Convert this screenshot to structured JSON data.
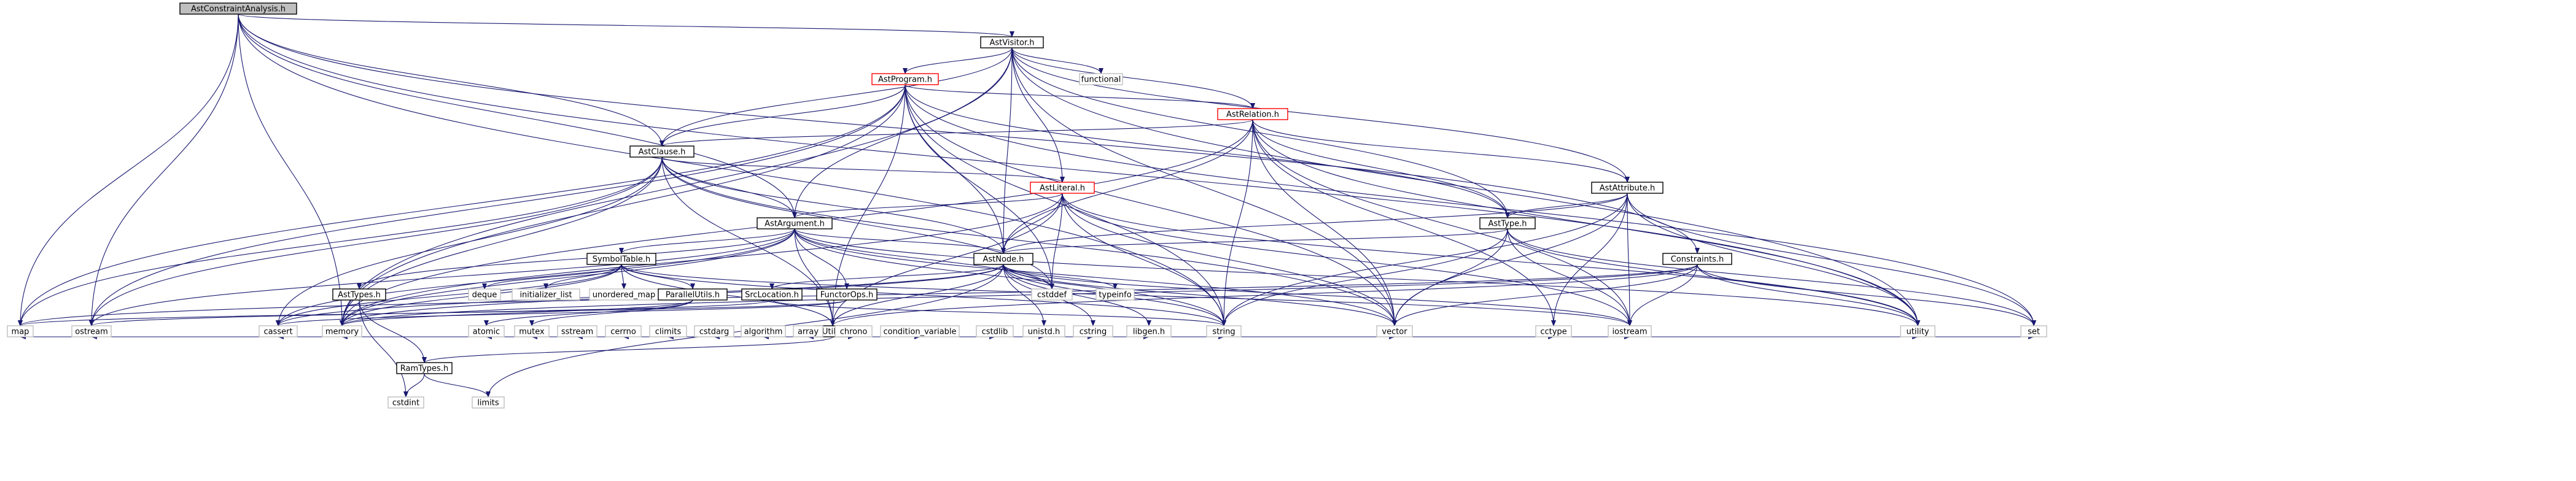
{
  "colors": {
    "edge": "#191970",
    "root_fill": "#bfbfbf",
    "internal_border": "#ff0000",
    "external_border": "#bfbfbf"
  },
  "nodes": [
    {
      "id": "root",
      "label": "AstConstraintAnalysis.h",
      "style": "root"
    },
    {
      "id": "astvisitor",
      "label": "AstVisitor.h",
      "style": "black"
    },
    {
      "id": "functional",
      "label": "functional",
      "style": "gray"
    },
    {
      "id": "astprogram",
      "label": "AstProgram.h",
      "style": "red"
    },
    {
      "id": "astrelation",
      "label": "AstRelation.h",
      "style": "red"
    },
    {
      "id": "astclause",
      "label": "AstClause.h",
      "style": "black"
    },
    {
      "id": "astliteral",
      "label": "AstLiteral.h",
      "style": "red"
    },
    {
      "id": "astattribute",
      "label": "AstAttribute.h",
      "style": "black"
    },
    {
      "id": "astargument",
      "label": "AstArgument.h",
      "style": "black"
    },
    {
      "id": "asttype",
      "label": "AstType.h",
      "style": "black"
    },
    {
      "id": "symboltable",
      "label": "SymbolTable.h",
      "style": "black"
    },
    {
      "id": "astnode",
      "label": "AstNode.h",
      "style": "black"
    },
    {
      "id": "constraints",
      "label": "Constraints.h",
      "style": "black"
    },
    {
      "id": "asttypes",
      "label": "AstTypes.h",
      "style": "black"
    },
    {
      "id": "deque",
      "label": "deque",
      "style": "gray"
    },
    {
      "id": "initializer_list",
      "label": "initializer_list",
      "style": "gray"
    },
    {
      "id": "unordered_map",
      "label": "unordered_map",
      "style": "gray"
    },
    {
      "id": "parallelutils",
      "label": "ParallelUtils.h",
      "style": "black"
    },
    {
      "id": "srclocation",
      "label": "SrcLocation.h",
      "style": "black"
    },
    {
      "id": "functorops",
      "label": "FunctorOps.h",
      "style": "black"
    },
    {
      "id": "cstddef",
      "label": "cstddef",
      "style": "gray"
    },
    {
      "id": "typeinfo",
      "label": "typeinfo",
      "style": "gray"
    },
    {
      "id": "utilh",
      "label": "Util.h",
      "style": "black"
    },
    {
      "id": "map",
      "label": "map",
      "style": "gray"
    },
    {
      "id": "ostream",
      "label": "ostream",
      "style": "gray"
    },
    {
      "id": "cassert",
      "label": "cassert",
      "style": "gray"
    },
    {
      "id": "memory",
      "label": "memory",
      "style": "gray"
    },
    {
      "id": "ramtypes",
      "label": "RamTypes.h",
      "style": "black"
    },
    {
      "id": "atomic",
      "label": "atomic",
      "style": "gray"
    },
    {
      "id": "mutex",
      "label": "mutex",
      "style": "gray"
    },
    {
      "id": "sstream",
      "label": "sstream",
      "style": "gray"
    },
    {
      "id": "cerrno",
      "label": "cerrno",
      "style": "gray"
    },
    {
      "id": "climits",
      "label": "climits",
      "style": "gray"
    },
    {
      "id": "cstdarg",
      "label": "cstdarg",
      "style": "gray"
    },
    {
      "id": "algorithm",
      "label": "algorithm",
      "style": "gray"
    },
    {
      "id": "array",
      "label": "array",
      "style": "gray"
    },
    {
      "id": "chrono",
      "label": "chrono",
      "style": "gray"
    },
    {
      "id": "condition_variable",
      "label": "condition_variable",
      "style": "gray"
    },
    {
      "id": "cstdlib",
      "label": "cstdlib",
      "style": "gray"
    },
    {
      "id": "unistd",
      "label": "unistd.h",
      "style": "gray"
    },
    {
      "id": "cstring",
      "label": "cstring",
      "style": "gray"
    },
    {
      "id": "libgen",
      "label": "libgen.h",
      "style": "gray"
    },
    {
      "id": "string",
      "label": "string",
      "style": "gray"
    },
    {
      "id": "vector",
      "label": "vector",
      "style": "gray"
    },
    {
      "id": "cctype",
      "label": "cctype",
      "style": "gray"
    },
    {
      "id": "iostream",
      "label": "iostream",
      "style": "gray"
    },
    {
      "id": "utility",
      "label": "utility",
      "style": "gray"
    },
    {
      "id": "set",
      "label": "set",
      "style": "gray"
    },
    {
      "id": "cstdint",
      "label": "cstdint",
      "style": "gray"
    },
    {
      "id": "limits",
      "label": "limits",
      "style": "gray"
    }
  ],
  "edges": [
    [
      "root",
      "astvisitor"
    ],
    [
      "root",
      "astclause"
    ],
    [
      "root",
      "astargument"
    ],
    [
      "root",
      "constraints"
    ],
    [
      "root",
      "map"
    ],
    [
      "root",
      "ostream"
    ],
    [
      "root",
      "memory"
    ],
    [
      "root",
      "string"
    ],
    [
      "root",
      "utility"
    ],
    [
      "astvisitor",
      "functional"
    ],
    [
      "astvisitor",
      "astprogram"
    ],
    [
      "astvisitor",
      "astrelation"
    ],
    [
      "astvisitor",
      "astclause"
    ],
    [
      "astvisitor",
      "astliteral"
    ],
    [
      "astvisitor",
      "astattribute"
    ],
    [
      "astvisitor",
      "astargument"
    ],
    [
      "astvisitor",
      "asttype"
    ],
    [
      "astvisitor",
      "astnode"
    ],
    [
      "astvisitor",
      "memory"
    ],
    [
      "astvisitor",
      "vector"
    ],
    [
      "astvisitor",
      "utility"
    ],
    [
      "astprogram",
      "astrelation"
    ],
    [
      "astprogram",
      "astclause"
    ],
    [
      "astprogram",
      "asttype"
    ],
    [
      "astprogram",
      "astnode"
    ],
    [
      "astprogram",
      "utilh"
    ],
    [
      "astprogram",
      "map"
    ],
    [
      "astprogram",
      "memory"
    ],
    [
      "astprogram",
      "string"
    ],
    [
      "astprogram",
      "vector"
    ],
    [
      "astprogram",
      "cstddef"
    ],
    [
      "astprogram",
      "set"
    ],
    [
      "astprogram",
      "ostream"
    ],
    [
      "astrelation",
      "astclause"
    ],
    [
      "astrelation",
      "astattribute"
    ],
    [
      "astrelation",
      "asttype"
    ],
    [
      "astrelation",
      "astnode"
    ],
    [
      "astrelation",
      "memory"
    ],
    [
      "astrelation",
      "string"
    ],
    [
      "astrelation",
      "vector"
    ],
    [
      "astrelation",
      "cctype"
    ],
    [
      "astrelation",
      "iostream"
    ],
    [
      "astrelation",
      "utility"
    ],
    [
      "astclause",
      "astliteral"
    ],
    [
      "astclause",
      "astargument"
    ],
    [
      "astclause",
      "astnode"
    ],
    [
      "astclause",
      "utilh"
    ],
    [
      "astclause",
      "cassert"
    ],
    [
      "astclause",
      "memory"
    ],
    [
      "astclause",
      "vector"
    ],
    [
      "astclause",
      "ostream"
    ],
    [
      "astclause",
      "map"
    ],
    [
      "astclause",
      "cstddef"
    ],
    [
      "astliteral",
      "astargument"
    ],
    [
      "astliteral",
      "astnode"
    ],
    [
      "astliteral",
      "utilh"
    ],
    [
      "astliteral",
      "memory"
    ],
    [
      "astliteral",
      "string"
    ],
    [
      "astliteral",
      "vector"
    ],
    [
      "astliteral",
      "iostream"
    ],
    [
      "astliteral",
      "cstddef"
    ],
    [
      "astliteral",
      "utility"
    ],
    [
      "astattribute",
      "asttype"
    ],
    [
      "astattribute",
      "astnode"
    ],
    [
      "astattribute",
      "cctype"
    ],
    [
      "astattribute",
      "iostream"
    ],
    [
      "astattribute",
      "string"
    ],
    [
      "astattribute",
      "vector"
    ],
    [
      "astattribute",
      "utility"
    ],
    [
      "astattribute",
      "set"
    ],
    [
      "astargument",
      "symboltable"
    ],
    [
      "astargument",
      "astnode"
    ],
    [
      "astargument",
      "asttypes"
    ],
    [
      "astargument",
      "functorops"
    ],
    [
      "astargument",
      "utilh"
    ],
    [
      "astargument",
      "cassert"
    ],
    [
      "astargument",
      "memory"
    ],
    [
      "astargument",
      "string"
    ],
    [
      "astargument",
      "vector"
    ],
    [
      "astargument",
      "utility"
    ],
    [
      "astargument",
      "cstddef"
    ],
    [
      "astargument",
      "ostream"
    ],
    [
      "asttype",
      "astnode"
    ],
    [
      "asttype",
      "iostream"
    ],
    [
      "asttype",
      "string"
    ],
    [
      "asttype",
      "vector"
    ],
    [
      "asttype",
      "set"
    ],
    [
      "asttype",
      "utility"
    ],
    [
      "symboltable",
      "parallelutils"
    ],
    [
      "symboltable",
      "utilh"
    ],
    [
      "symboltable",
      "cassert"
    ],
    [
      "symboltable",
      "deque"
    ],
    [
      "symboltable",
      "initializer_list"
    ],
    [
      "symboltable",
      "unordered_map"
    ],
    [
      "symboltable",
      "memory"
    ],
    [
      "symboltable",
      "iostream"
    ],
    [
      "symboltable",
      "string"
    ],
    [
      "astnode",
      "srclocation"
    ],
    [
      "astnode",
      "utilh"
    ],
    [
      "astnode",
      "cassert"
    ],
    [
      "astnode",
      "cstddef"
    ],
    [
      "astnode",
      "typeinfo"
    ],
    [
      "astnode",
      "iostream"
    ],
    [
      "astnode",
      "memory"
    ],
    [
      "astnode",
      "string"
    ],
    [
      "astnode",
      "vector"
    ],
    [
      "astnode",
      "limits"
    ],
    [
      "astnode",
      "libgen"
    ],
    [
      "astnode",
      "cstring"
    ],
    [
      "astnode",
      "unistd"
    ],
    [
      "constraints",
      "utilh"
    ],
    [
      "constraints",
      "iostream"
    ],
    [
      "constraints",
      "map"
    ],
    [
      "constraints",
      "memory"
    ],
    [
      "constraints",
      "set"
    ],
    [
      "constraints",
      "utility"
    ],
    [
      "constraints",
      "vector"
    ],
    [
      "asttypes",
      "ramtypes"
    ],
    [
      "asttypes",
      "cstdint"
    ],
    [
      "parallelutils",
      "atomic"
    ],
    [
      "parallelutils",
      "mutex"
    ],
    [
      "parallelutils",
      "memory"
    ],
    [
      "srclocation",
      "string"
    ],
    [
      "srclocation",
      "ostream"
    ],
    [
      "functorops",
      "cassert"
    ],
    [
      "functorops",
      "map"
    ],
    [
      "utilh",
      "ramtypes"
    ],
    [
      "utilh",
      "map"
    ],
    [
      "utilh",
      "ostream"
    ],
    [
      "utilh",
      "cassert"
    ],
    [
      "utilh",
      "memory"
    ],
    [
      "utilh",
      "atomic"
    ],
    [
      "utilh",
      "mutex"
    ],
    [
      "utilh",
      "sstream"
    ],
    [
      "utilh",
      "cerrno"
    ],
    [
      "utilh",
      "climits"
    ],
    [
      "utilh",
      "cstdarg"
    ],
    [
      "utilh",
      "algorithm"
    ],
    [
      "utilh",
      "array"
    ],
    [
      "utilh",
      "chrono"
    ],
    [
      "utilh",
      "condition_variable"
    ],
    [
      "utilh",
      "cstdlib"
    ],
    [
      "utilh",
      "unistd"
    ],
    [
      "utilh",
      "cstring"
    ],
    [
      "utilh",
      "libgen"
    ],
    [
      "utilh",
      "string"
    ],
    [
      "utilh",
      "vector"
    ],
    [
      "utilh",
      "cctype"
    ],
    [
      "utilh",
      "iostream"
    ],
    [
      "utilh",
      "utility"
    ],
    [
      "utilh",
      "set"
    ],
    [
      "ramtypes",
      "cstdint"
    ],
    [
      "ramtypes",
      "limits"
    ]
  ]
}
